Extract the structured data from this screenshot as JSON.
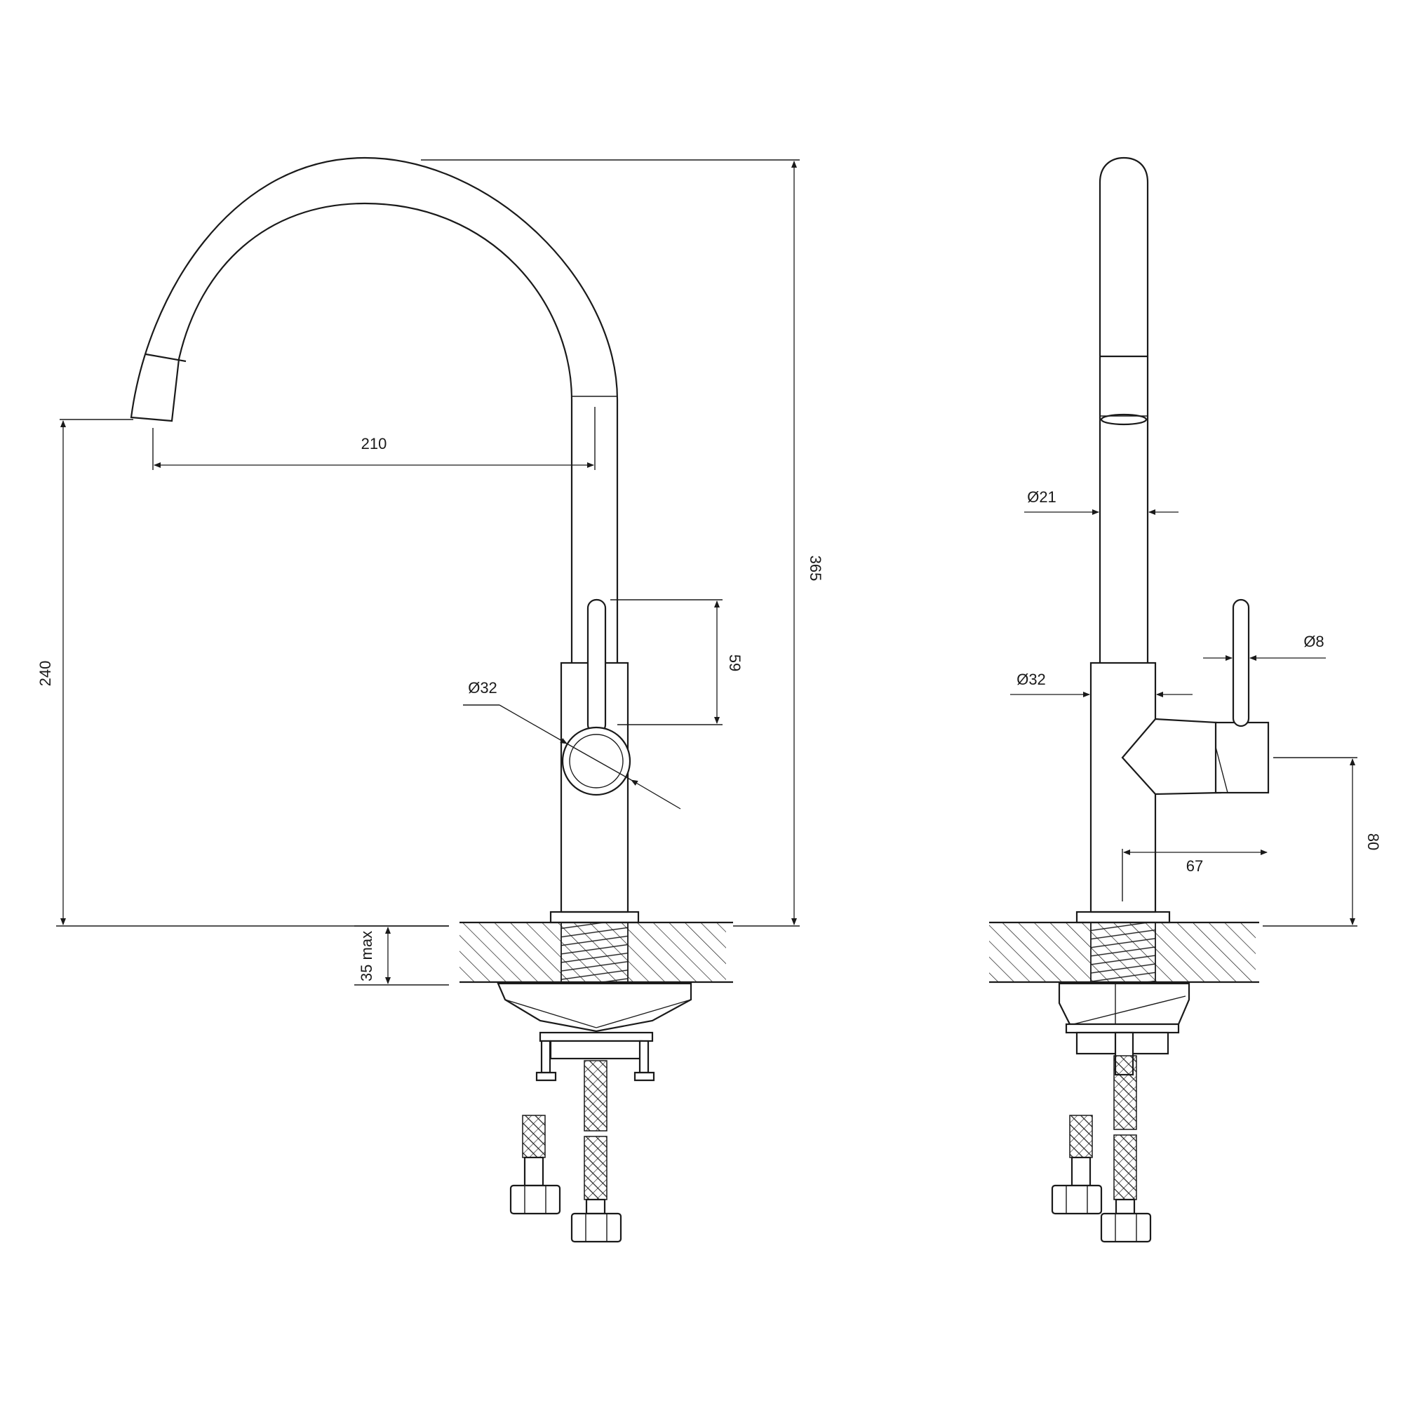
{
  "dimensions": {
    "spout_reach": "210",
    "spout_height": "240",
    "total_height": "365",
    "handle_height": "59",
    "body_diameter_front": "Ø32",
    "countertop_thickness": "35 max",
    "spout_diameter": "Ø21",
    "handle_diameter": "Ø8",
    "body_diameter_side": "Ø32",
    "handle_depth": "67",
    "handle_axis_height": "80"
  },
  "colors": {
    "line": "#1a1a1a",
    "background": "#ffffff"
  }
}
